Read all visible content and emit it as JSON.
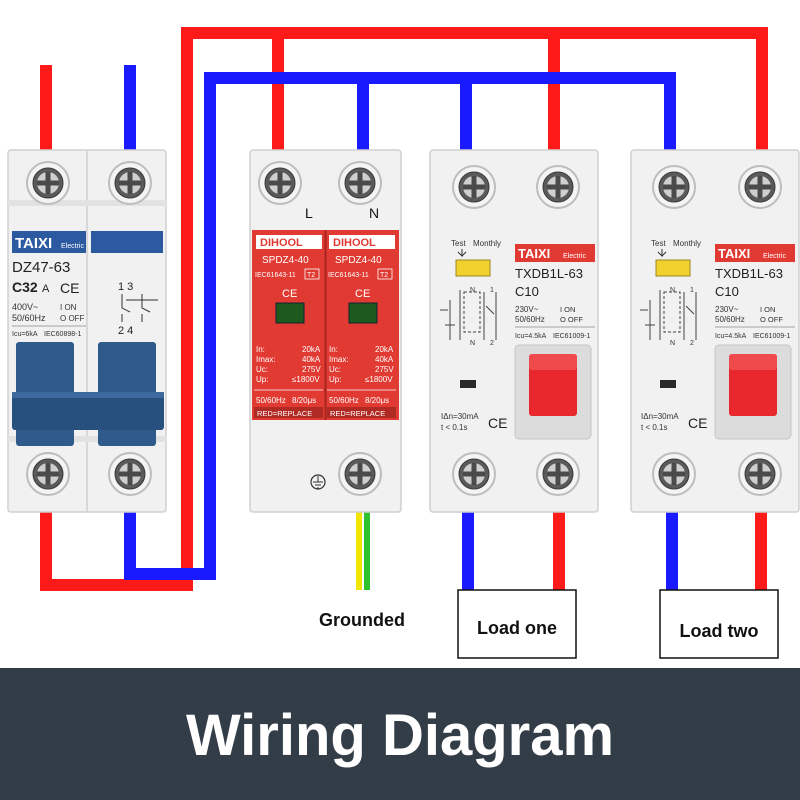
{
  "banner": {
    "title": "Wiring Diagram"
  },
  "labels": {
    "grounded": "Grounded",
    "load_one": "Load one",
    "load_two": "Load two"
  },
  "colors": {
    "live": "#ff1a1a",
    "neutral": "#1a1aff",
    "earth_green": "#2ec22e",
    "earth_yellow": "#f2e600",
    "spd_red": "#e03a32",
    "handle_blue": "#2f5a8c",
    "handle_red": "#e8282c",
    "banner": "#333d47"
  },
  "mcb": {
    "brand": "TAIXI",
    "brand_sub": "Electric",
    "model": "DZ47-63",
    "rating": "C32",
    "rating_unit": "A",
    "ce": "CE",
    "voltage": "400V~",
    "freq": "50/60Hz",
    "on": "I ON",
    "off": "O OFF",
    "icu": "Icu=6kA",
    "standard": "IEC60898-1",
    "terminals_top": "1  3",
    "terminals_bottom": "2  4"
  },
  "spd": {
    "terminal_l": "L",
    "terminal_n": "N",
    "module": {
      "brand": "DIHOOL",
      "model": "SPDZ4-40",
      "standard": "IEC61643-11",
      "type": "T2",
      "ce": "CE",
      "in_label": "In:",
      "in_value": "20kA",
      "imax_label": "Imax:",
      "imax_value": "40kA",
      "uc_label": "Uc:",
      "uc_value": "275V",
      "up_label": "Up:",
      "up_value": "≤1800V",
      "freq": "50/60Hz",
      "wave": "8/20μs",
      "replace": "RED=REPLACE"
    }
  },
  "rcbo": {
    "test": "Test",
    "monthly": "Monthly",
    "brand": "TAIXI",
    "brand_sub": "Electric",
    "model": "TXDB1L-63",
    "rating": "C10",
    "voltage": "230V~",
    "freq": "50/60Hz",
    "on": "I ON",
    "off": "O OFF",
    "icu": "Icu=4.5kA",
    "standard": "IEC61009-1",
    "idn": "IΔn=30mA",
    "time": "t < 0.1s",
    "ce": "CE",
    "term_n1": "N",
    "term_n2": "N",
    "term_1": "1",
    "term_2": "2"
  }
}
